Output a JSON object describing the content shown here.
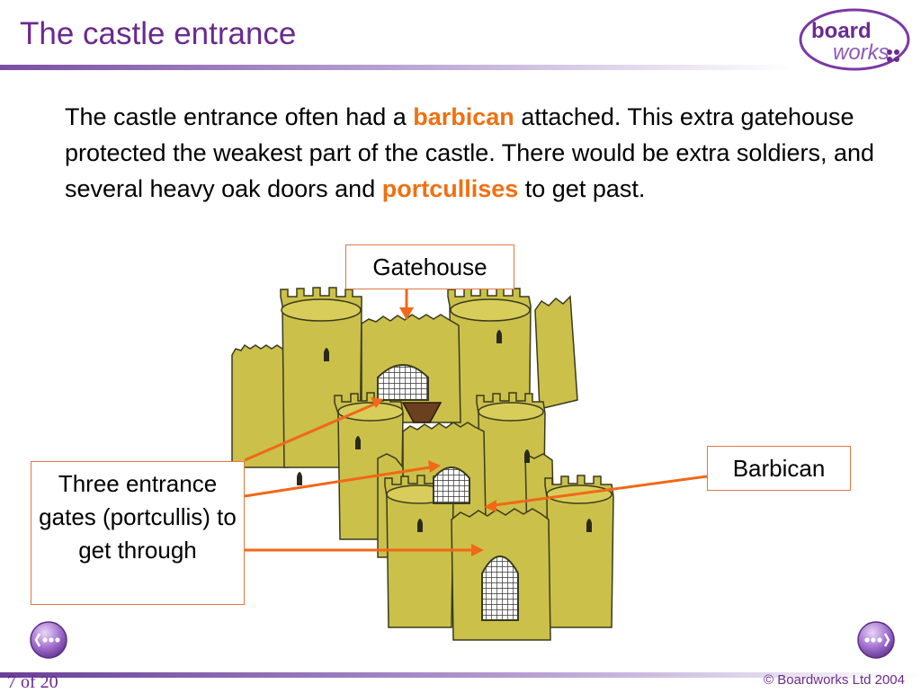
{
  "slide": {
    "title": "The castle entrance",
    "logo": {
      "part1": "board",
      "part2": "works"
    },
    "paragraph": {
      "seg1": "The castle entrance often had a ",
      "barbican": "barbican",
      "seg2": " attached. This extra gatehouse protected the weakest part of the castle. There would be extra soldiers, and several heavy oak doors and ",
      "portcullises": "portcullises",
      "seg3": " to get past."
    },
    "labels": {
      "gatehouse": "Gatehouse",
      "barbican": "Barbican",
      "three_gates": "Three entrance gates (portcullis) to get through"
    },
    "footer": {
      "slide_number": "7 of 20",
      "copyright": "© Boardworks Ltd 2004"
    }
  },
  "colors": {
    "title": "#6a2a8f",
    "highlight": "#f07010",
    "arrow": "#f06818",
    "castle_stone": "#cbc04a"
  },
  "icons": {
    "prev": "chevron-left-icon",
    "next": "chevron-right-icon"
  }
}
